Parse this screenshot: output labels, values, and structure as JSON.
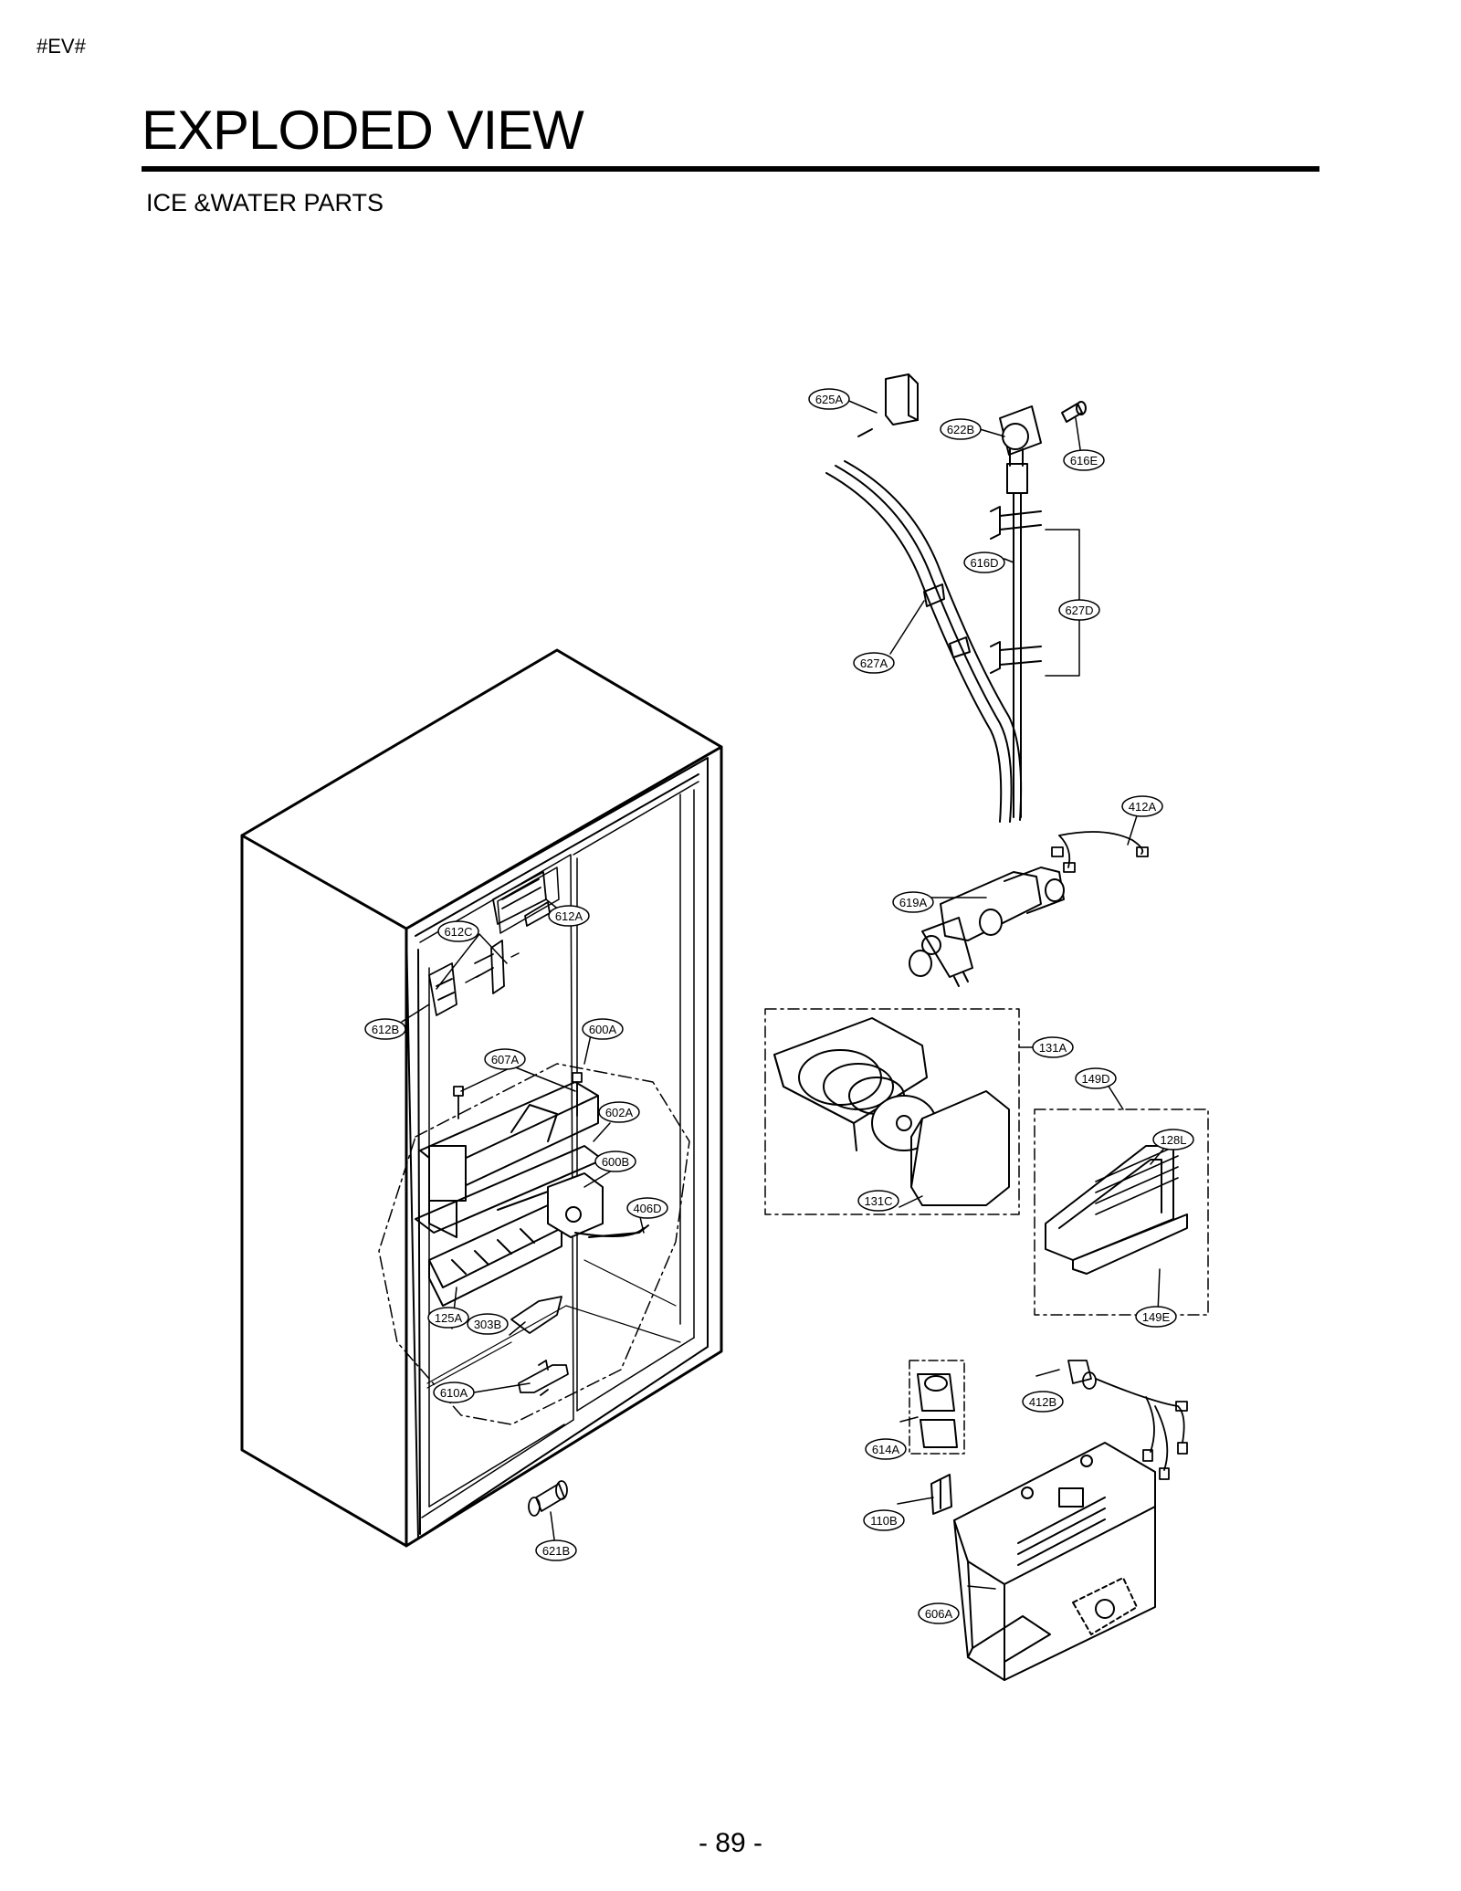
{
  "header": {
    "tag": "#EV#"
  },
  "page": {
    "title": "EXPLODED VIEW",
    "section": "ICE &WATER PARTS",
    "number": "- 89 -"
  },
  "labels": {
    "p625A": "625A",
    "p622B": "622B",
    "p616E": "616E",
    "p616D": "616D",
    "p627D": "627D",
    "p627A": "627A",
    "p412A": "412A",
    "p619A": "619A",
    "p612A": "612A",
    "p612C": "612C",
    "p612B": "612B",
    "p600A": "600A",
    "p607A": "607A",
    "p602A": "602A",
    "p600B": "600B",
    "p406D": "406D",
    "p125A": "125A",
    "p303B": "303B",
    "p610A": "610A",
    "p621B": "621B",
    "p131A": "131A",
    "p149D": "149D",
    "p128L": "128L",
    "p131C": "131C",
    "p149E": "149E",
    "p412B": "412B",
    "p614A": "614A",
    "p110B": "110B",
    "p606A": "606A"
  }
}
